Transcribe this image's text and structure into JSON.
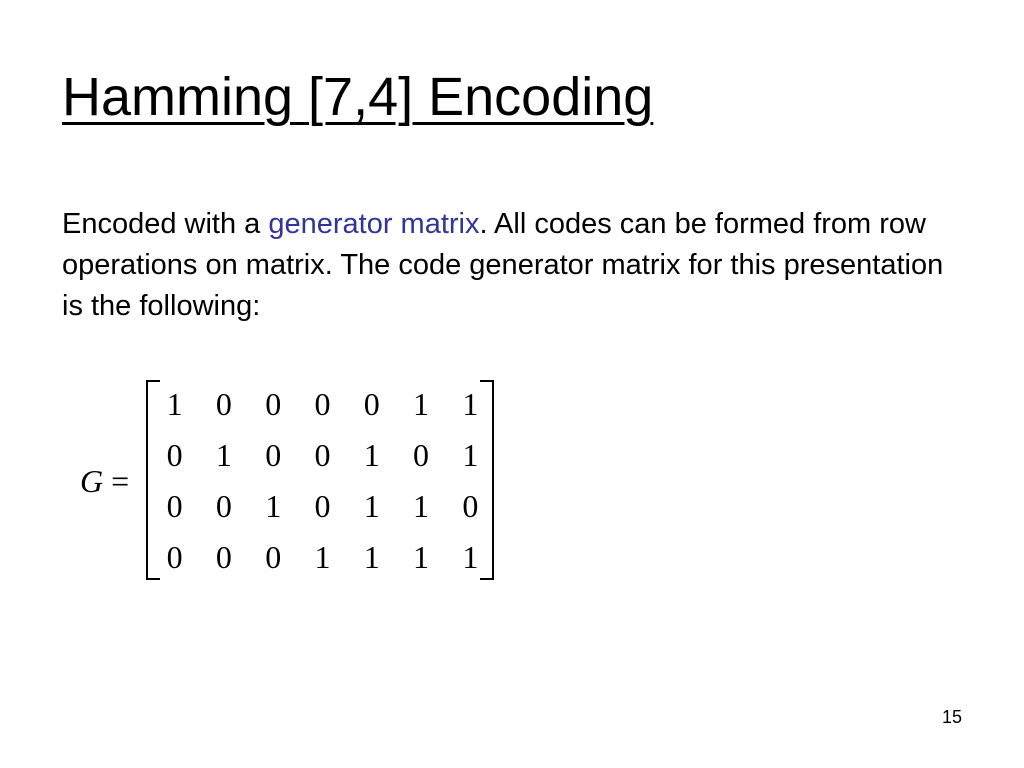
{
  "slide": {
    "title": "Hamming [7,4] Encoding",
    "body": {
      "prefix": "Encoded with a ",
      "link_text": "generator matrix",
      "suffix": ". All codes can be formed from row operations on matrix. The code generator matrix for this presentation is the following:"
    },
    "equation": {
      "variable": "G",
      "equals": " ="
    },
    "matrix": {
      "rows": [
        [
          "1",
          "0",
          "0",
          "0",
          "0",
          "1",
          "1"
        ],
        [
          "0",
          "1",
          "0",
          "0",
          "1",
          "0",
          "1"
        ],
        [
          "0",
          "0",
          "1",
          "0",
          "1",
          "1",
          "0"
        ],
        [
          "0",
          "0",
          "0",
          "1",
          "1",
          "1",
          "1"
        ]
      ]
    },
    "page_number": "15"
  },
  "colors": {
    "link": "#33339a",
    "text": "#000000",
    "background": "#ffffff"
  }
}
